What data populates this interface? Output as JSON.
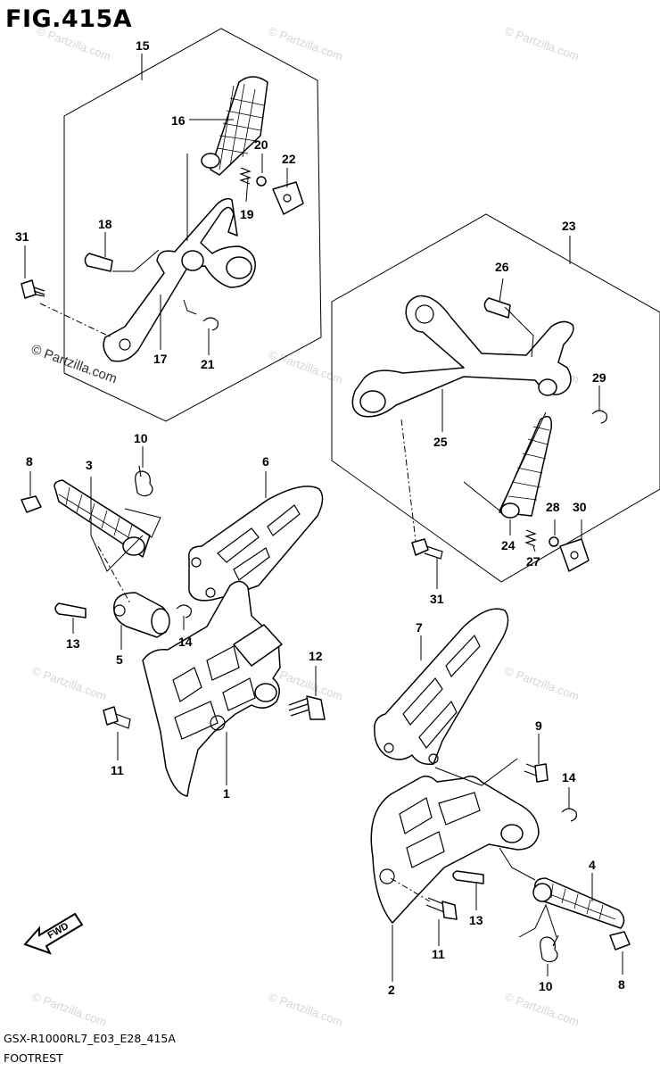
{
  "figure": {
    "title": "FIG.415A",
    "model_code": "GSX-R1000RL7_E03_E28_415A",
    "section_name": "FOOTREST",
    "direction_arrow_label": "FWD",
    "watermark": "© Partzilla.com"
  },
  "callouts": {
    "c1": "1",
    "c2": "2",
    "c3": "3",
    "c4": "4",
    "c5": "5",
    "c6": "6",
    "c7": "7",
    "c8a": "8",
    "c8b": "8",
    "c9": "9",
    "c10a": "10",
    "c10b": "10",
    "c11a": "11",
    "c11b": "11",
    "c12": "12",
    "c13a": "13",
    "c13b": "13",
    "c14a": "14",
    "c14b": "14",
    "c15": "15",
    "c16": "16",
    "c17": "17",
    "c18": "18",
    "c19": "19",
    "c20": "20",
    "c21": "21",
    "c22": "22",
    "c23": "23",
    "c24": "24",
    "c25": "25",
    "c26": "26",
    "c27": "27",
    "c28": "28",
    "c29": "29",
    "c30": "30",
    "c31a": "31",
    "c31b": "31"
  },
  "colors": {
    "line": "#000000",
    "background": "#ffffff",
    "watermark": "#d6d6d6"
  }
}
